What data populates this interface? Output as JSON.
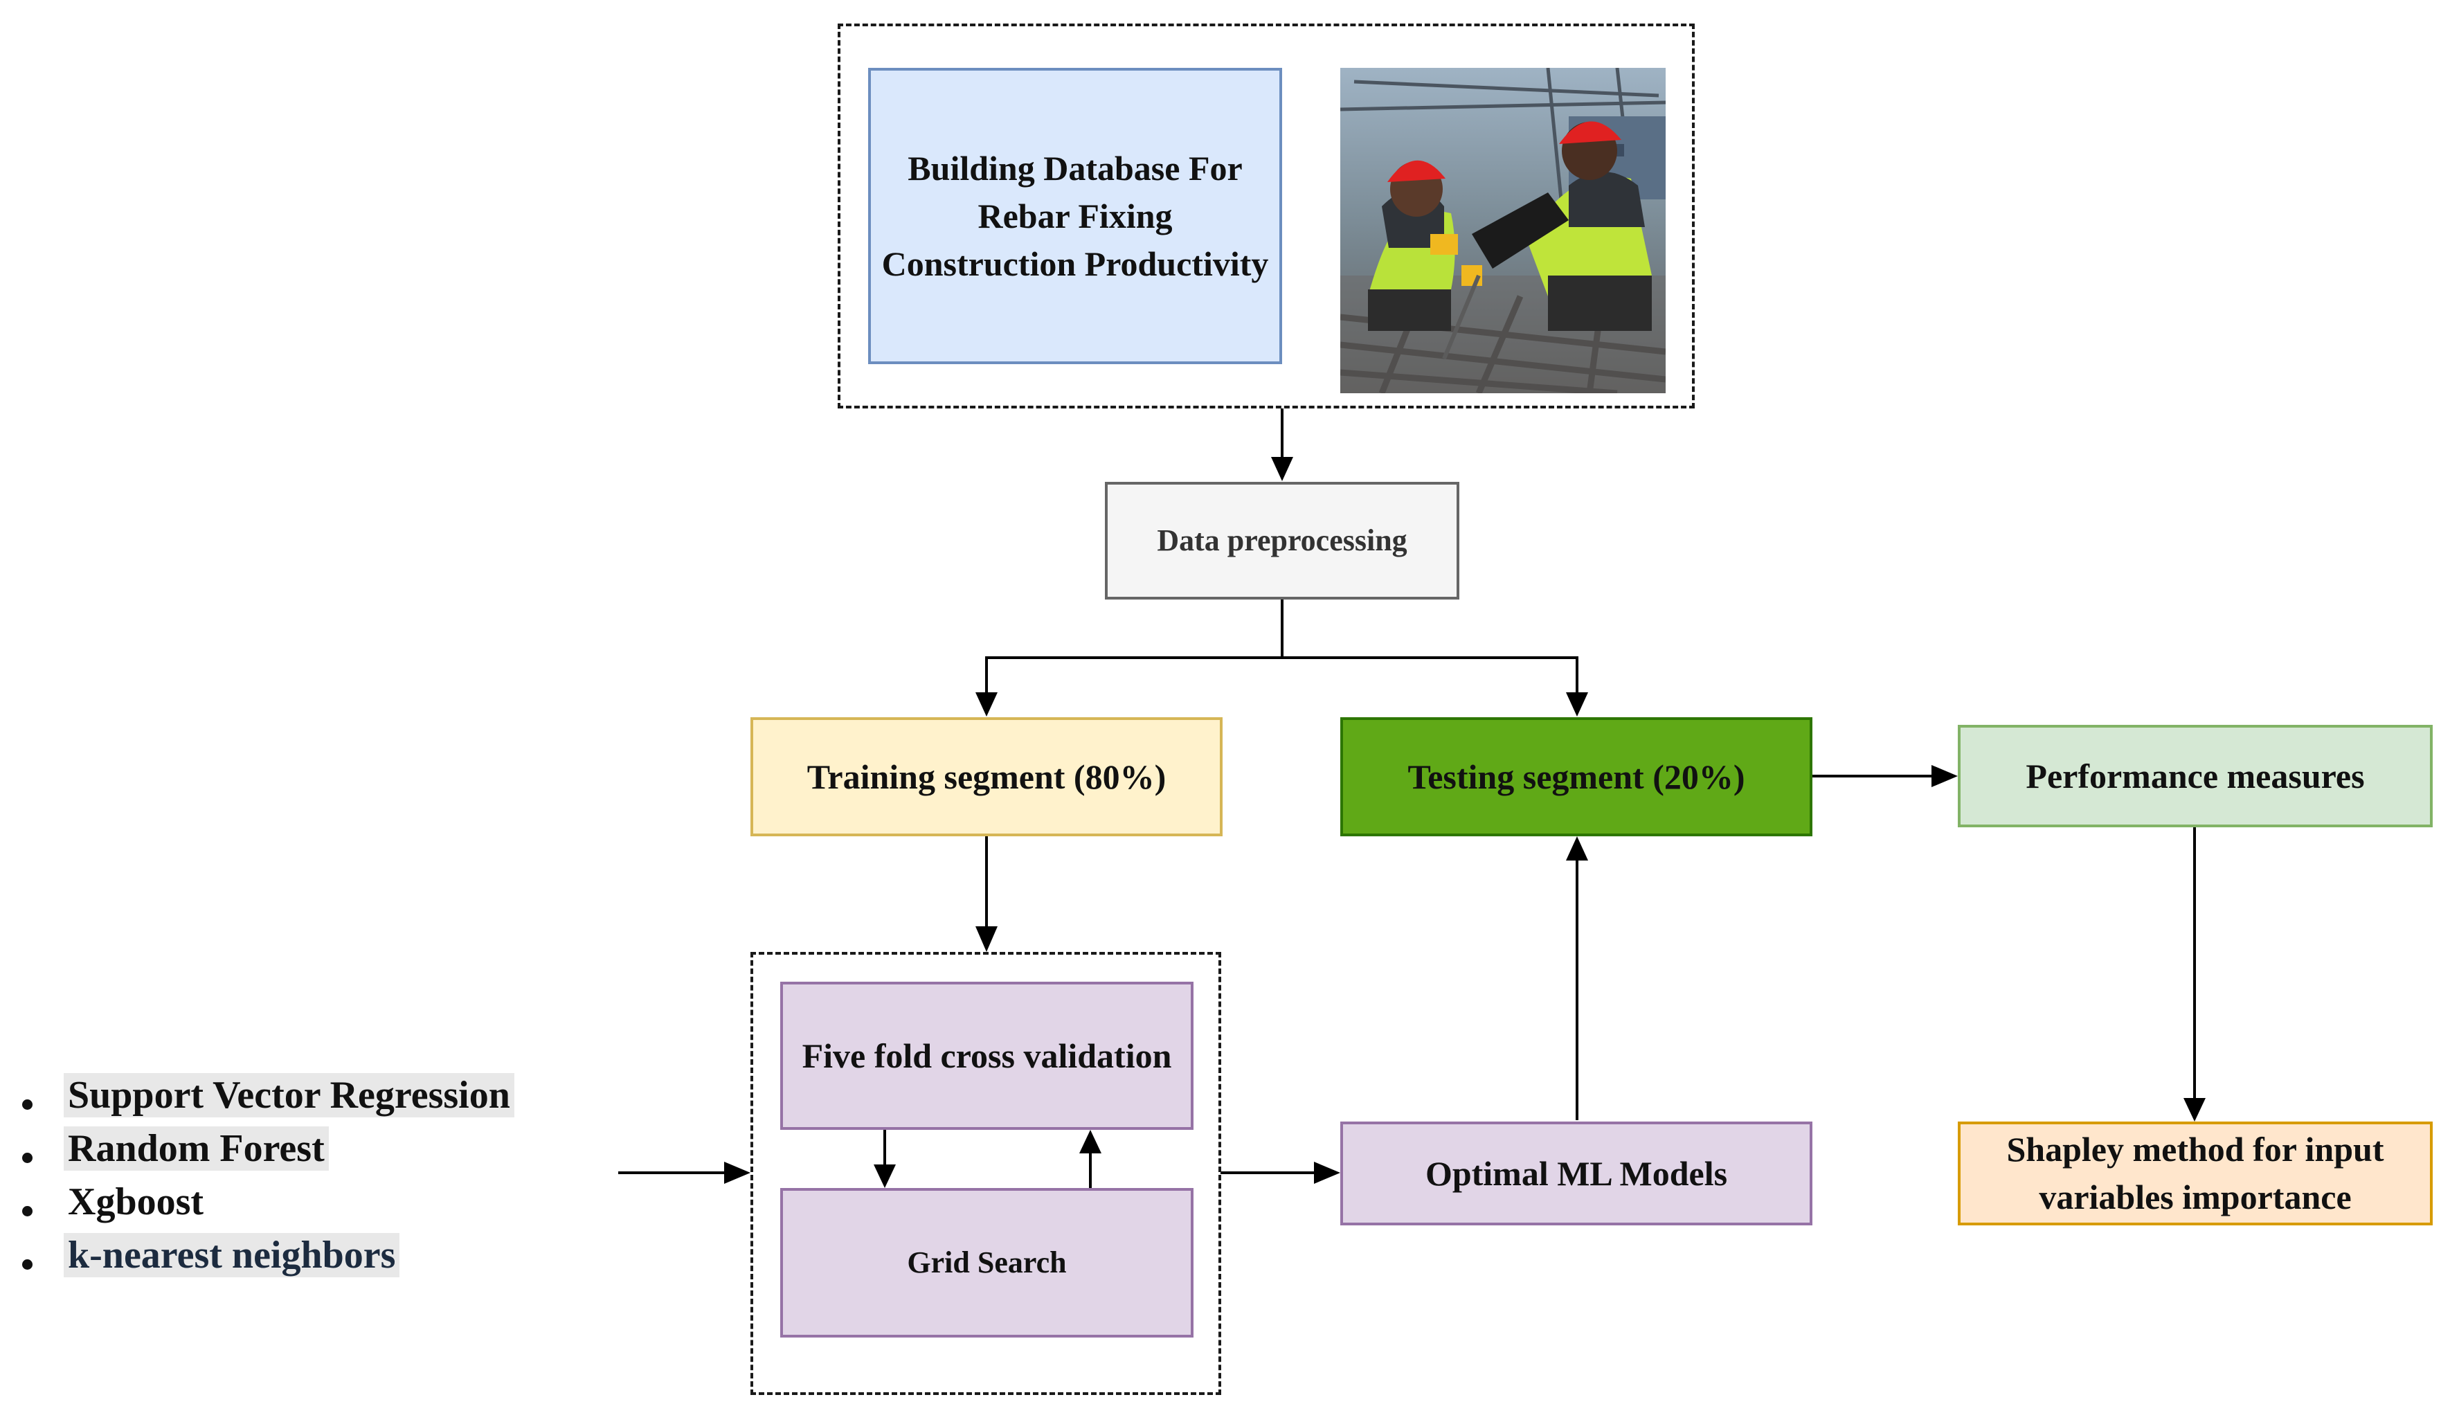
{
  "nodes": {
    "database": {
      "label": "Building Database For Rebar Fixing Construction Productivity",
      "fill": "#dae8fc",
      "stroke": "#6c8ebf"
    },
    "preprocessing": {
      "label": "Data preprocessing",
      "fill": "#f5f5f5",
      "stroke": "#666666",
      "text_color": "#333333"
    },
    "training": {
      "label": "Training segment (80%)",
      "fill": "#fff2cc",
      "stroke": "#d6b656"
    },
    "testing": {
      "label": "Testing segment (20%)",
      "fill": "#60a917",
      "stroke": "#2d7600"
    },
    "performance": {
      "label": "Performance measures",
      "fill": "#d5e8d4",
      "stroke": "#82b366"
    },
    "cross_validation": {
      "label": "Five fold cross validation",
      "fill": "#e1d5e7",
      "stroke": "#9673a6"
    },
    "grid_search": {
      "label": "Grid Search",
      "fill": "#e1d5e7",
      "stroke": "#9673a6"
    },
    "optimal_models": {
      "label": "Optimal ML Models",
      "fill": "#e1d5e7",
      "stroke": "#9673a6"
    },
    "shapley": {
      "label": "Shapley method for input variables importance",
      "fill": "#ffe6cc",
      "stroke": "#d79b00"
    }
  },
  "photo": {
    "icon": "rebar-workers-photo"
  },
  "models_list": [
    {
      "label": "Support Vector Regression",
      "highlight": "#e8e8e8",
      "color": "#111111"
    },
    {
      "label": "Random Forest",
      "highlight": "#e8e8e8",
      "color": "#111111"
    },
    {
      "label": "Xgboost",
      "highlight": "#ffffff",
      "color": "#111111"
    },
    {
      "label": "k-nearest neighbors",
      "highlight": "#e8e8e8",
      "color": "#1c2b3f"
    }
  ]
}
